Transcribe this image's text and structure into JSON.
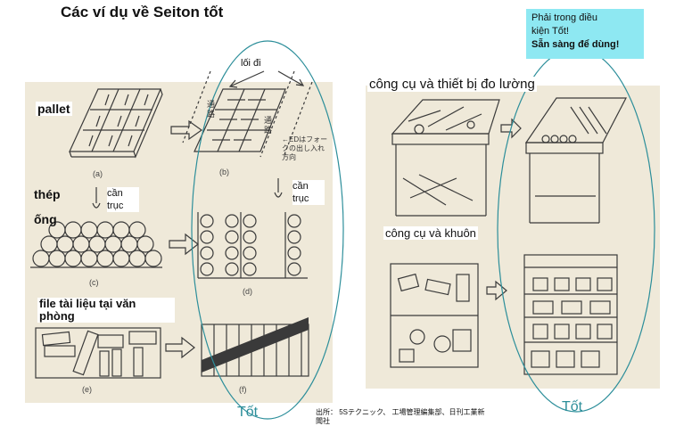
{
  "title": "Các ví dụ về Seiton tốt",
  "callout": {
    "line1": "Phải trong điều",
    "line2": "kiện Tốt!",
    "line3": "Sẵn sàng để dùng!"
  },
  "labels": {
    "aisle": "lối đi",
    "pallet": "pallet",
    "steel": "thép",
    "pipe": "ống",
    "crane_left": "cần trục",
    "crane_right": "cần trục",
    "files": "file tài liệu tại văn phòng",
    "measuring": "công cụ và thiết bị đo lường",
    "tools_molds": "công cụ và khuôn"
  },
  "good_left": "Tốt",
  "good_right": "Tốt",
  "source": {
    "line1": "出所： 5Sテクニック、 工場管理編集部、日刊工業新",
    "line2": "聞社"
  },
  "japanese_notes": {
    "aisle_left": "通路",
    "aisle_right": "通路",
    "forklift_note": "←EDはフォークの出し入れ方向"
  },
  "figure_captions": [
    "(a)",
    "(b)",
    "(c)",
    "(d)",
    "(e)",
    "(f)"
  ],
  "colors": {
    "accent_teal": "#2c8e9a",
    "callout_bg": "#8ee8f2",
    "sketch": "#3a3a3a",
    "paper": "#efe9d9"
  }
}
